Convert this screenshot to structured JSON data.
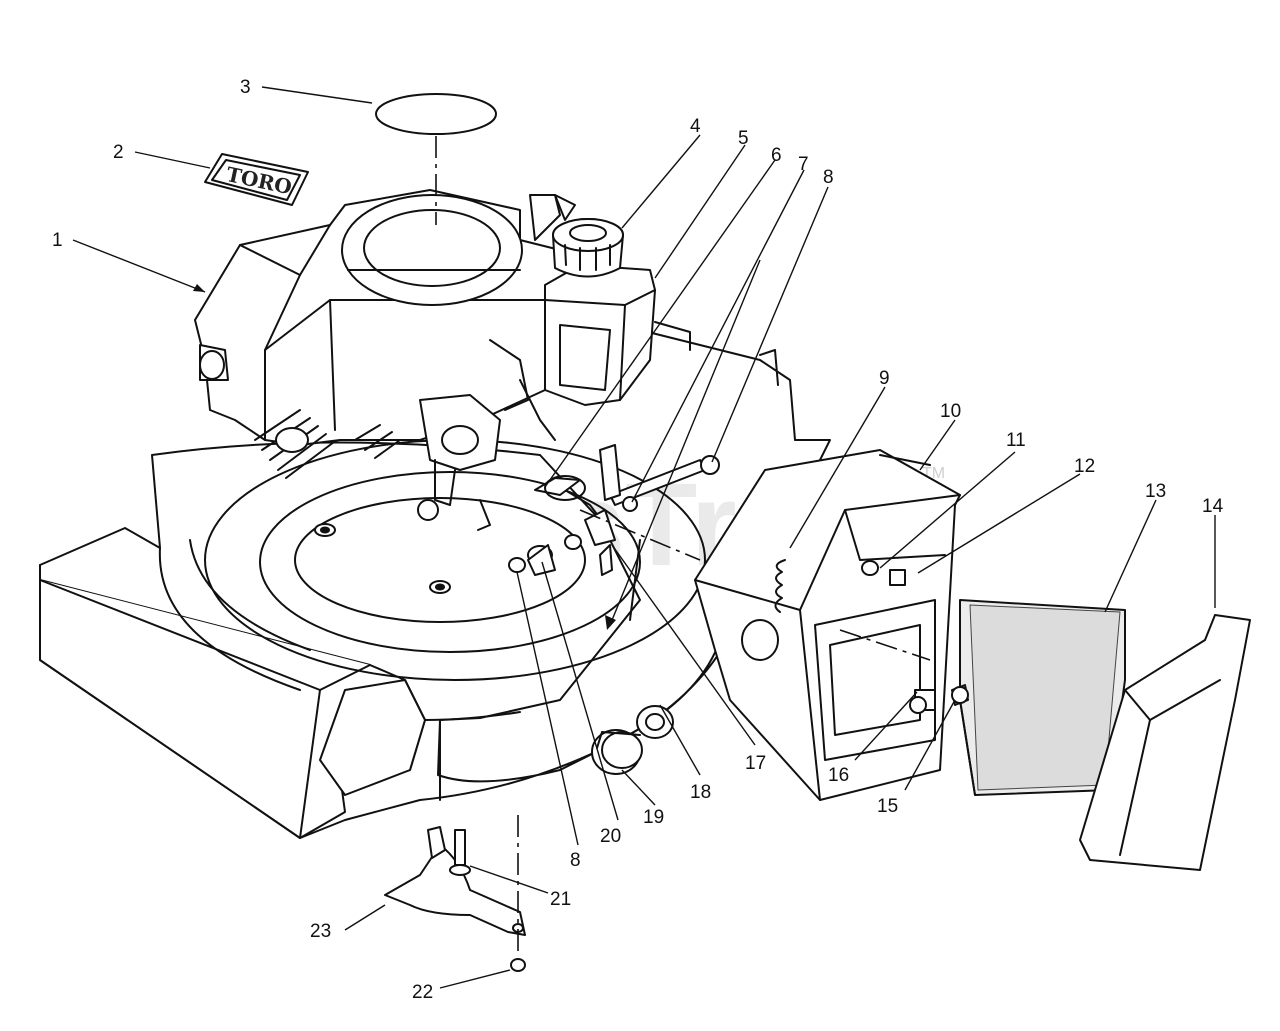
{
  "diagram": {
    "watermark": "PartsTree",
    "watermark_tm": "TM",
    "logo_text": "TORO",
    "callouts": [
      {
        "id": "c1",
        "label": "1"
      },
      {
        "id": "c2",
        "label": "2"
      },
      {
        "id": "c3",
        "label": "3"
      },
      {
        "id": "c4",
        "label": "4"
      },
      {
        "id": "c5",
        "label": "5"
      },
      {
        "id": "c6",
        "label": "6"
      },
      {
        "id": "c7",
        "label": "7"
      },
      {
        "id": "c8a",
        "label": "8"
      },
      {
        "id": "c9",
        "label": "9"
      },
      {
        "id": "c10",
        "label": "10"
      },
      {
        "id": "c11",
        "label": "11"
      },
      {
        "id": "c12",
        "label": "12"
      },
      {
        "id": "c13",
        "label": "13"
      },
      {
        "id": "c14",
        "label": "14"
      },
      {
        "id": "c15",
        "label": "15"
      },
      {
        "id": "c16",
        "label": "16"
      },
      {
        "id": "c17",
        "label": "17"
      },
      {
        "id": "c18",
        "label": "18"
      },
      {
        "id": "c19",
        "label": "19"
      },
      {
        "id": "c20",
        "label": "20"
      },
      {
        "id": "c8b",
        "label": "8"
      },
      {
        "id": "c21",
        "label": "21"
      },
      {
        "id": "c22",
        "label": "22"
      },
      {
        "id": "c23",
        "label": "23"
      }
    ]
  }
}
